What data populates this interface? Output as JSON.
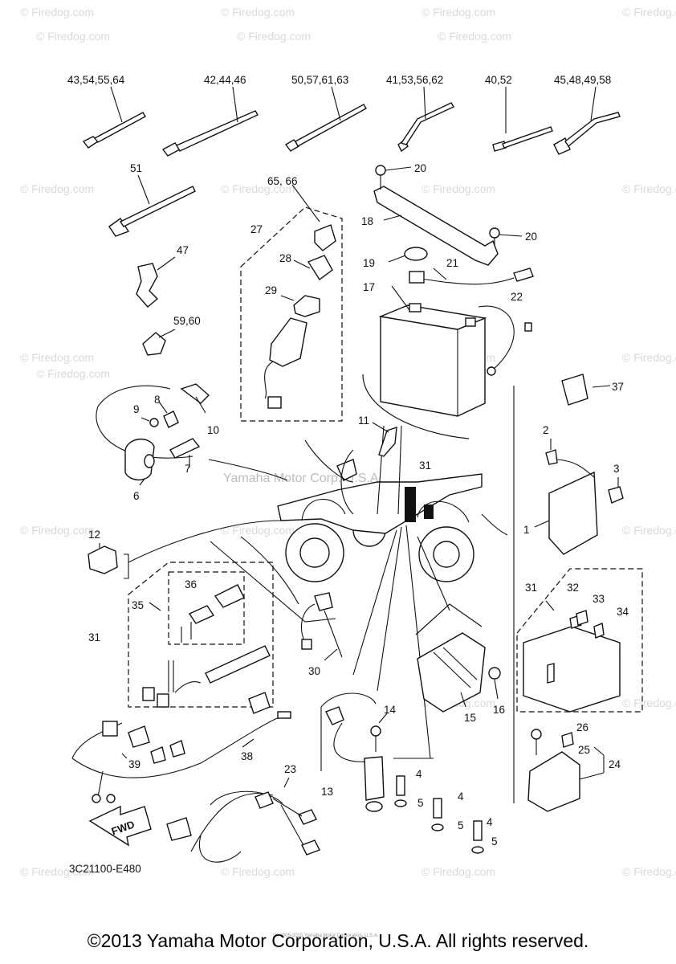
{
  "watermark_text": "© Firedog.com",
  "center_watermark": "Yamaha Motor Corp. U.S.A.",
  "drawing_code": "3C21100-E480",
  "fwd_label": "FWD",
  "footer_text": "©2013 Yamaha Motor Corporation, U.S.A. All rights reserved.",
  "small_note": "(c) 2005-2015 Yamaha Motor Corporation, U.S.A.",
  "labels": {
    "l43": "43,54,55,64",
    "l42": "42,44,46",
    "l50": "50,57,61,63",
    "l41": "41,53,56,62",
    "l40": "40,52",
    "l45": "45,48,49,58",
    "l51": "51",
    "l65": "65, 66",
    "l27": "27",
    "l20a": "20",
    "l20b": "20",
    "l18": "18",
    "l47": "47",
    "l28": "28",
    "l19": "19",
    "l21": "21",
    "l29": "29",
    "l17": "17",
    "l22": "22",
    "l59": "59,60",
    "l8": "8",
    "l9": "9",
    "l10": "10",
    "l11": "11",
    "l37": "37",
    "l2": "2",
    "l3": "3",
    "l7": "7",
    "l6": "6",
    "l31a": "31",
    "l1": "1",
    "l12": "12",
    "l36": "36",
    "l35": "35",
    "l32": "32",
    "l33": "33",
    "l31b": "31",
    "l31c": "31",
    "l34": "34",
    "l30": "30",
    "l16": "16",
    "l15": "15",
    "l14": "14",
    "l26": "26",
    "l39": "39",
    "l38": "38",
    "l25": "25",
    "l24": "24",
    "l23": "23",
    "l4a": "4",
    "l13": "13",
    "l5a": "5",
    "l4b": "4",
    "l5b": "5",
    "l4c": "4",
    "l5c": "5"
  }
}
